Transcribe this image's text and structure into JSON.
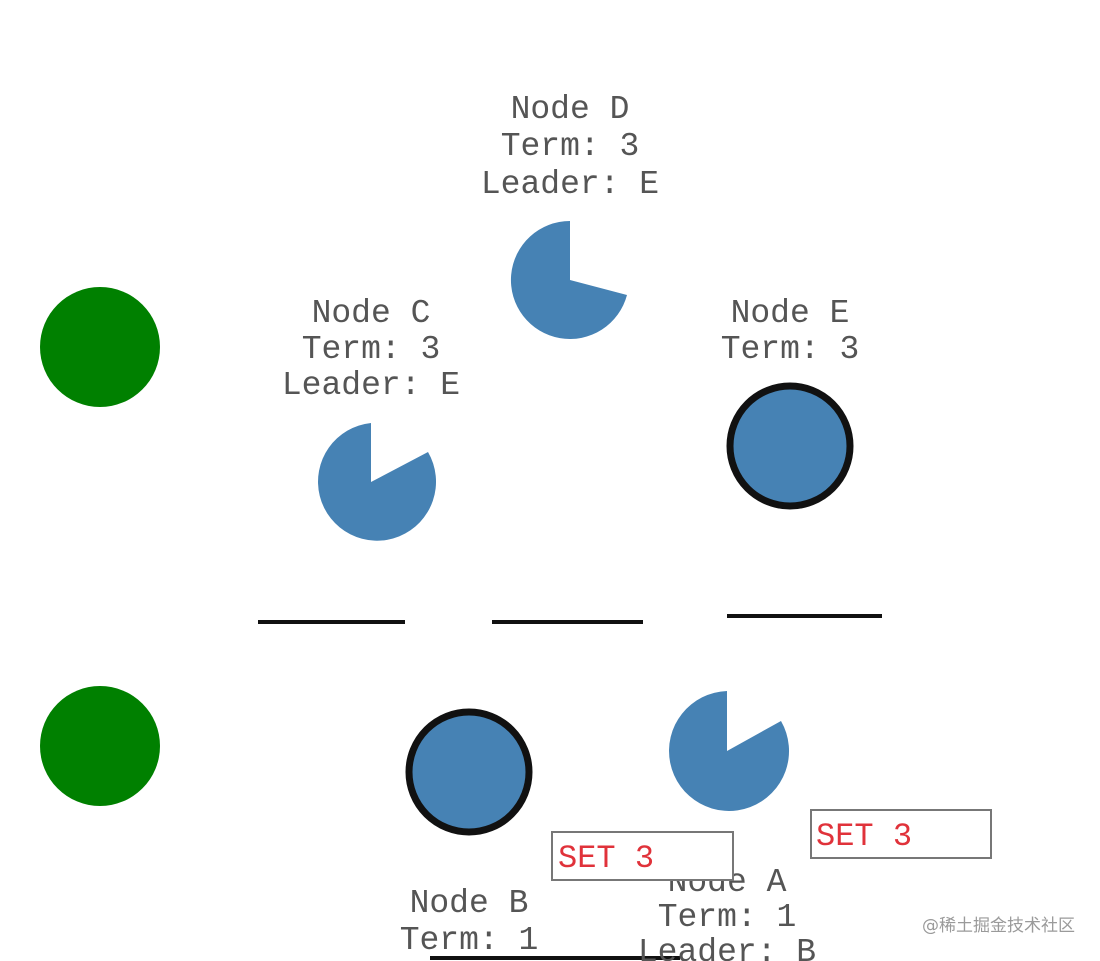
{
  "colors": {
    "node_fill": "#4682b4",
    "client_fill": "#008000",
    "label_text": "#555555",
    "command_text": "#e0323a",
    "command_border": "#777777",
    "node_outline": "#111111"
  },
  "clients": [
    {
      "name": "client-top"
    },
    {
      "name": "client-bottom"
    }
  ],
  "nodes": {
    "d": {
      "name": "Node D",
      "term": "Term: 3",
      "leader": "Leader: E",
      "role": "follower"
    },
    "c": {
      "name": "Node C",
      "term": "Term: 3",
      "leader": "Leader: E",
      "role": "follower"
    },
    "e": {
      "name": "Node E",
      "term": "Term: 3",
      "role": "leader"
    },
    "b": {
      "name": "Node B",
      "term": "Term: 1",
      "role": "leader"
    },
    "a": {
      "name": "Node A",
      "term": "Term: 1",
      "leader": "Leader: B",
      "role": "follower"
    }
  },
  "commands": [
    {
      "text": "SET 3"
    },
    {
      "text": "SET 3"
    }
  ],
  "watermark": "@稀土掘金技术社区"
}
